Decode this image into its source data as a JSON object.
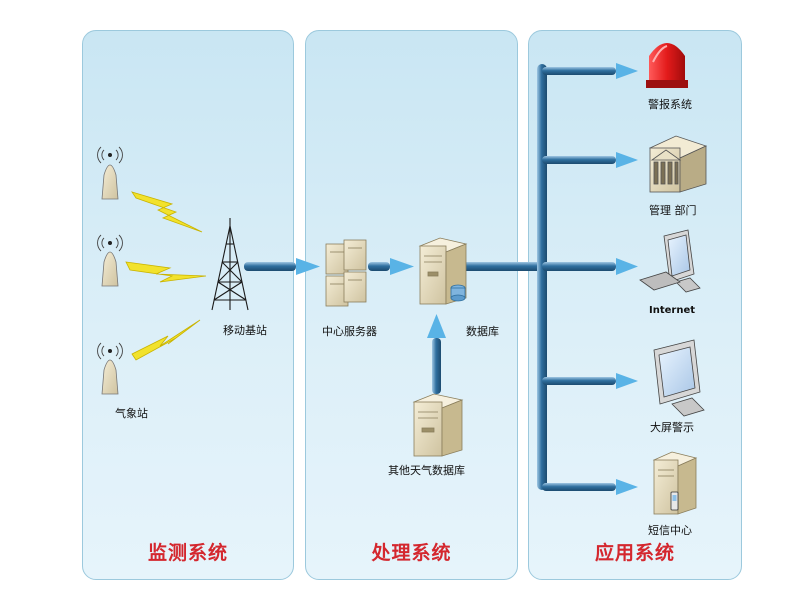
{
  "panels": {
    "monitoring": "监测系统",
    "processing": "处理系统",
    "application": "应用系统"
  },
  "nodes": {
    "weather_station": "气象站",
    "base_station": "移动基站",
    "central_server": "中心服务器",
    "database": "数据库",
    "other_weather_db": "其他天气数据库",
    "alarm_system": "警报系统",
    "management_dept": "管理 部门",
    "internet": "Internet",
    "big_screen_alert": "大屏警示",
    "sms_center": "短信中心"
  },
  "colors": {
    "title_red": "#d4272e",
    "pipe_blue": "#2f6f9f",
    "arrow_blue": "#59b3e6",
    "lightning_yellow": "#f2e22c",
    "alarm_red": "#e31b1b"
  }
}
